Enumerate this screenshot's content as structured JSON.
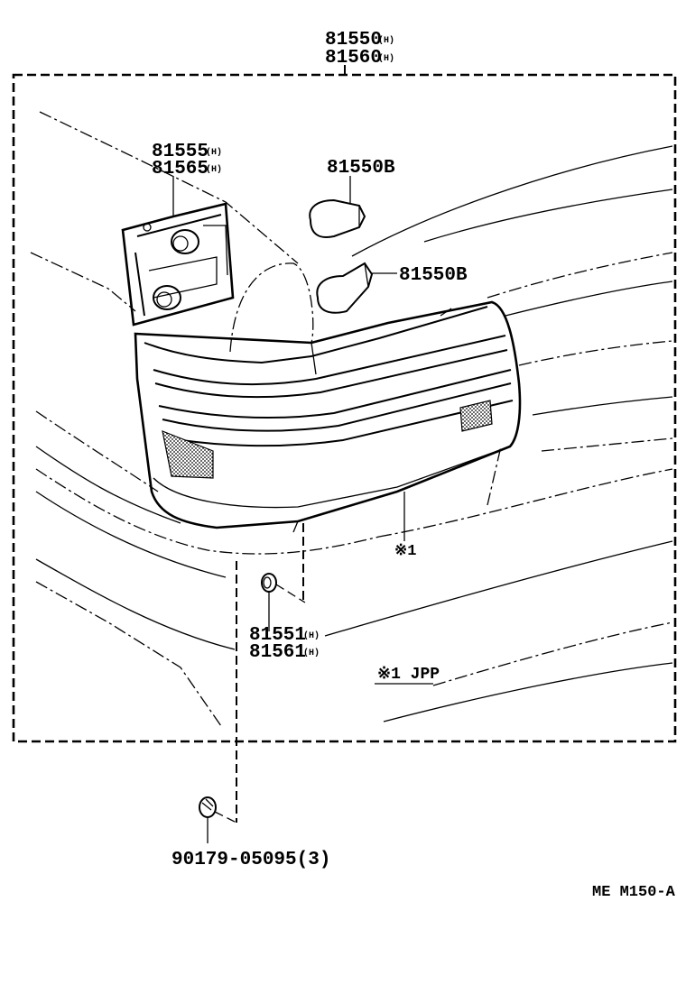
{
  "labels": {
    "top_assy_1": "81550",
    "top_assy_1_sfx": "(H)",
    "top_assy_2": "81560",
    "top_assy_2_sfx": "(H)",
    "socket_1": "81555",
    "socket_1_sfx": "(H)",
    "socket_2": "81565",
    "socket_2_sfx": "(H)",
    "bulb_upper": "81550B",
    "bulb_lower": "81550B",
    "lens_ref": "※1",
    "lens_1": "81551",
    "lens_1_sfx": "(H)",
    "lens_2": "81561",
    "lens_2_sfx": "(H)",
    "note": "※1 JPP",
    "screw": "90179-05095(3)",
    "diagram_code": "ME M150-A"
  }
}
